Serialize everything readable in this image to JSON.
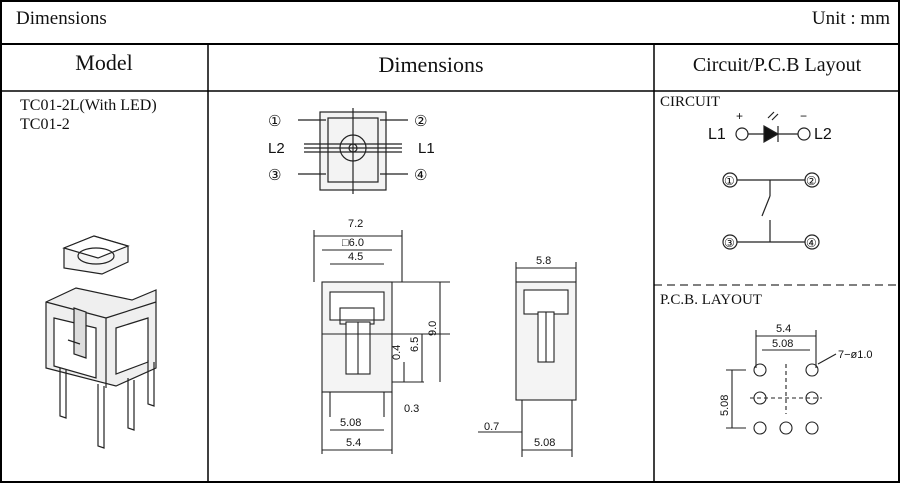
{
  "header": {
    "title": "Dimensions",
    "unit": "Unit : mm"
  },
  "columns": {
    "model": "Model",
    "dimensions": "Dimensions",
    "circuit": "Circuit/P.C.B Layout"
  },
  "models": [
    "TC01-2L(With LED)",
    "TC01-2"
  ],
  "top_view": {
    "pin1": "①",
    "pin2": "②",
    "pin3": "③",
    "pin4": "④",
    "left": "L2",
    "right": "L1"
  },
  "front_view": {
    "width": "7.2",
    "square": "□6.0",
    "inner": "4.5",
    "h1": "0.4",
    "h2": "6.5",
    "h3": "9.0",
    "lead": "0.3",
    "pitch": "5.08",
    "base": "5.4"
  },
  "side_view": {
    "width": "5.8",
    "lead": "0.7",
    "pitch": "5.08"
  },
  "circuit": {
    "title": "CIRCUIT",
    "plus": "+",
    "minus": "−",
    "l1": "L1",
    "l2": "L2",
    "p1": "①",
    "p2": "②",
    "p3": "③",
    "p4": "④"
  },
  "pcb": {
    "title": "P.C.B. LAYOUT",
    "w1": "5.4",
    "w2": "5.08",
    "holes": "7−ø1.0",
    "v": "5.08"
  }
}
